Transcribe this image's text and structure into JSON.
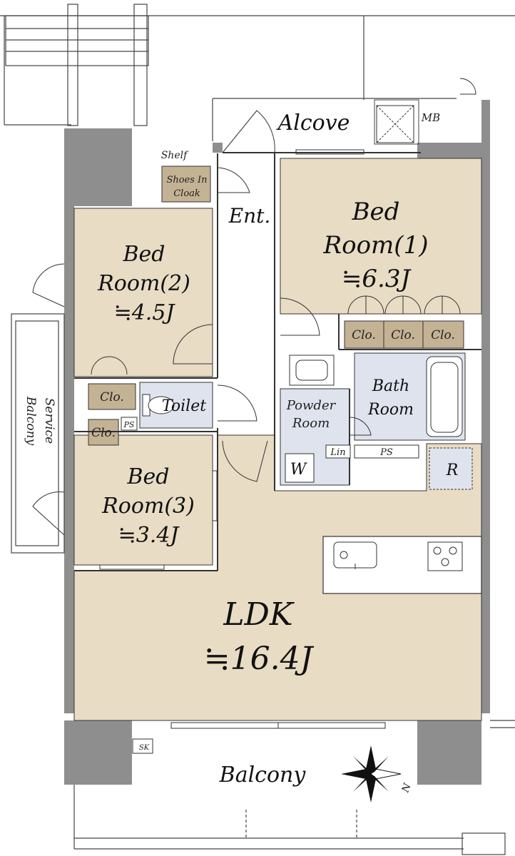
{
  "colors": {
    "room_fill": "#e8dcc4",
    "closet_fill": "#c4b294",
    "wet_area_fill": "#dfe3ee",
    "wall_fill": "#8e8e8e",
    "line": "#333333",
    "outdoor": "#ffffff"
  },
  "labels": {
    "alcove": "Alcove",
    "mb": "MB",
    "shelf": "Shelf",
    "shoes_cloak_1": "Shoes In",
    "shoes_cloak_2": "Cloak",
    "entrance": "Ent.",
    "bed1_line1": "Bed",
    "bed1_line2": "Room(1)",
    "bed1_size": "≒6.3J",
    "bed2_line1": "Bed",
    "bed2_line2": "Room(2)",
    "bed2_size": "≒4.5J",
    "bed3_line1": "Bed",
    "bed3_line2": "Room(3)",
    "bed3_size": "≒3.4J",
    "closet": "Clo.",
    "toilet": "Toilet",
    "ps": "PS",
    "powder_1": "Powder",
    "powder_2": "Room",
    "bath_1": "Bath",
    "bath_2": "Room",
    "lin": "Lin",
    "washer": "W",
    "refrigerator": "R",
    "ldk": "LDK",
    "ldk_size": "≒16.4J",
    "service_balcony_1": "Service",
    "service_balcony_2": "Balcony",
    "balcony": "Balcony",
    "sk": "SK",
    "north": "N"
  }
}
